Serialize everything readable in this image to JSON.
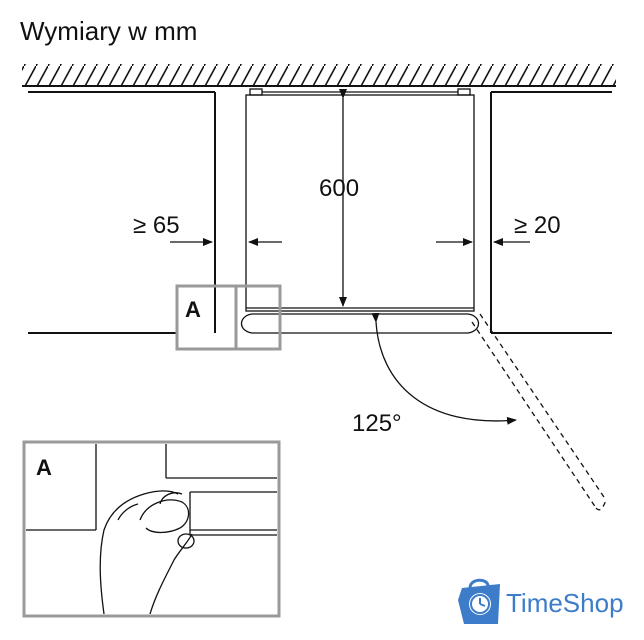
{
  "title": "Wymiary w mm",
  "dimensions": {
    "depth": "600",
    "left_gap": "≥ 65",
    "right_gap": "≥ 20",
    "door_angle": "125°"
  },
  "detail": {
    "marker_label": "A",
    "inset_label": "A"
  },
  "watermark": {
    "text": "TimeShop",
    "icon": "clock-bag-icon",
    "color": "#3d7cc9"
  }
}
